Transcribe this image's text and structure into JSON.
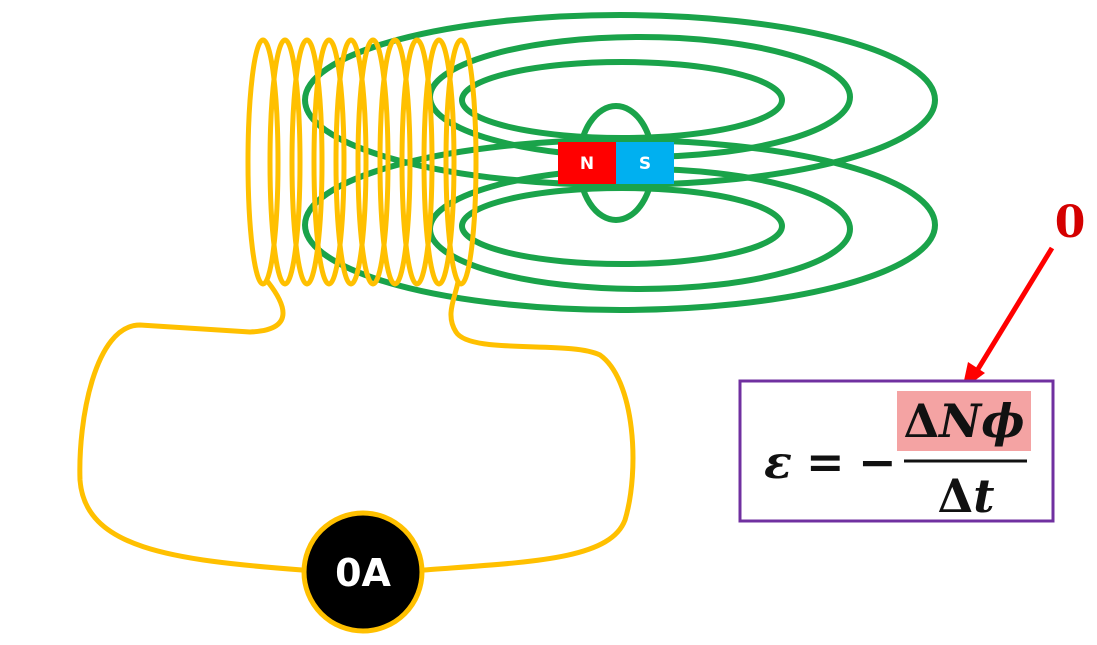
{
  "colors": {
    "field_lines": "#1aa34a",
    "coil": "#ffc000",
    "magnet_north": "#ff0000",
    "magnet_south": "#00b0f0",
    "meter_fill": "#000000",
    "meter_ring": "#ffc000",
    "arrow": "#ff0000",
    "annotation": "#d40000",
    "equation_border": "#7030a0",
    "highlight": "#f4a3a3"
  },
  "magnet": {
    "north_label": "N",
    "south_label": "S"
  },
  "meter": {
    "reading": "0A"
  },
  "annotation": {
    "value": "0"
  },
  "equation": {
    "emf_symbol": "ε",
    "equals": "=",
    "minus": "−",
    "numerator_delta": "Δ",
    "numerator_n": "N",
    "numerator_phi": "ϕ",
    "denominator_delta": "Δ",
    "denominator_t": "t"
  }
}
